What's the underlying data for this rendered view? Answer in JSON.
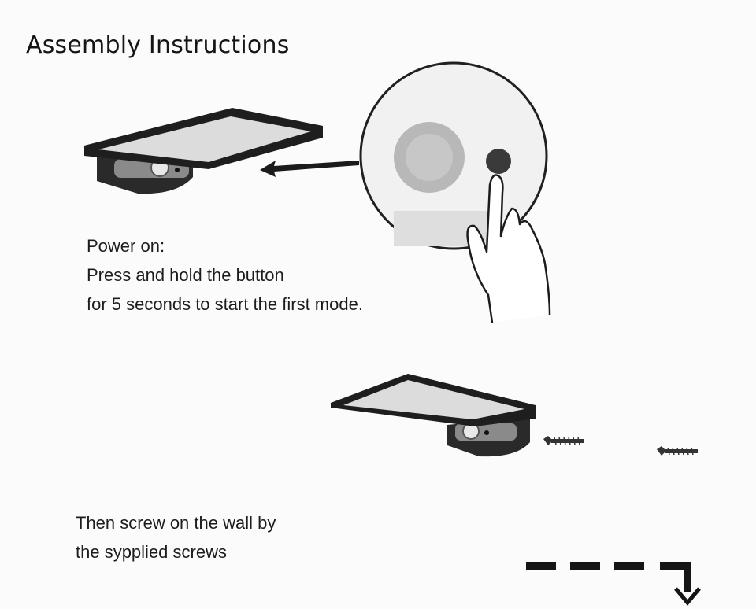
{
  "document": {
    "title": "Assembly Instructions",
    "step1": {
      "heading": "Power on:",
      "line1": "Press and hold the button",
      "line2": "for 5 seconds to start the first mode."
    },
    "step2": {
      "line1": "Then screw on the wall by",
      "line2": "the sypplied screws"
    }
  },
  "colors": {
    "ink": "#1a1a1a",
    "panel": "#1e1e1e",
    "panel_face": "#dcdcdc",
    "background": "#fbfbfb"
  },
  "icons": [
    "solar-light-icon",
    "arrow-left-icon",
    "button-closeup-icon",
    "finger-press-icon",
    "screw-icon",
    "dashed-arrow-down-icon"
  ]
}
